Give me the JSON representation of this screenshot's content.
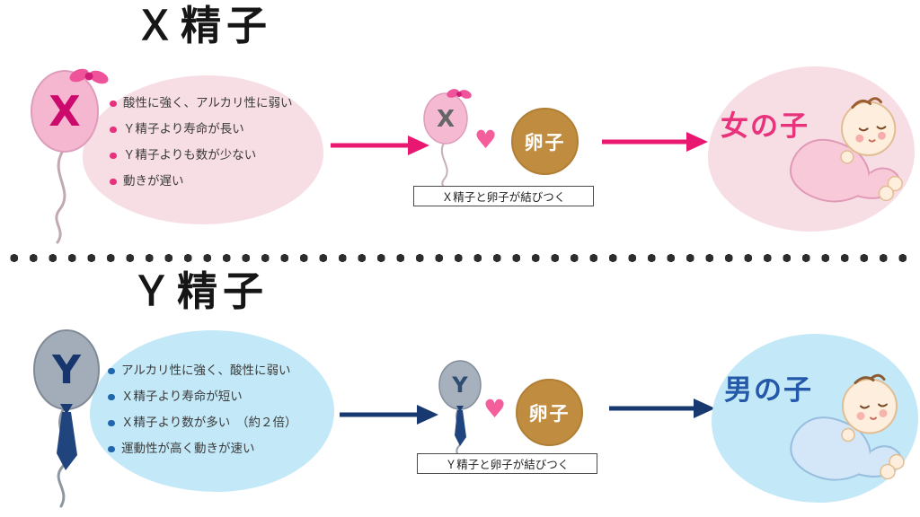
{
  "top": {
    "title": "Ｘ精子",
    "sperm_letter": "X",
    "traits": [
      "酸性に強く、アルカリ性に弱い",
      "Ｙ精子より寿命が長い",
      "Ｙ精子よりも数が少ない",
      "動きが遅い"
    ],
    "heart": "♥",
    "egg_label": "卵子",
    "union_caption": "Ｘ精子と卵子が結びつく",
    "result_label": "女の子"
  },
  "bottom": {
    "title": "Ｙ精子",
    "sperm_letter": "Y",
    "traits": [
      "アルカリ性に強く、酸性に弱い",
      "Ｘ精子より寿命が短い",
      "Ｘ精子より数が多い　（約２倍）",
      "運動性が高く動きが速い"
    ],
    "heart": "♥",
    "egg_label": "卵子",
    "union_caption": "Ｙ精子と卵子が結びつく",
    "result_label": "男の子"
  },
  "colors": {
    "magenta": "#e8176f",
    "light_pink": "#f7dee4",
    "navy": "#18396f",
    "light_blue": "#c3e8f7",
    "egg_tan": "#c08c3f",
    "girl_text": "#e8327c",
    "boy_text": "#2458a8"
  }
}
